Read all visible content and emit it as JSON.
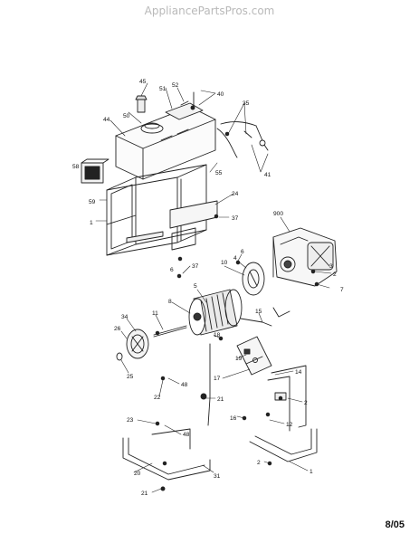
{
  "header": {
    "watermark": "AppliancePartsPros.com"
  },
  "footer": {
    "date": "8/05"
  },
  "callouts": [
    "45",
    "51",
    "52",
    "40",
    "35",
    "50",
    "44",
    "58",
    "55",
    "41",
    "59",
    "24",
    "37",
    "1",
    "900",
    "6",
    "4",
    "2",
    "10",
    "5",
    "37",
    "7",
    "8",
    "34",
    "11",
    "15",
    "26",
    "25",
    "18",
    "19",
    "17",
    "14",
    "22",
    "48",
    "21",
    "2",
    "16",
    "12",
    "23",
    "48",
    "20",
    "31",
    "2",
    "1",
    "21",
    "6",
    "3"
  ]
}
